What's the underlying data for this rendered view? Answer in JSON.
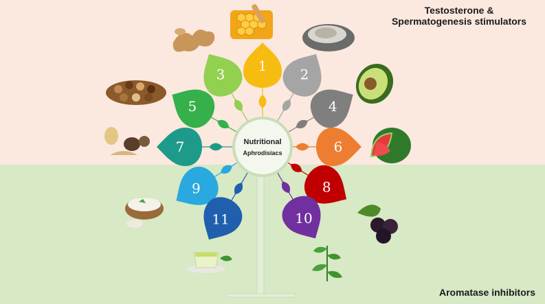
{
  "title_top_line1": "Testosterone &",
  "title_top_line2": "Spermatogenesis stimulators",
  "title_bottom": "Aromatase inhibitors",
  "center": {
    "line1": "Nutritional",
    "line2": "Aphrodisiacs"
  },
  "petals": [
    {
      "number": "1",
      "color": "#f6bc12",
      "food_icon": "honeycomb-icon"
    },
    {
      "number": "2",
      "color": "#a5a5a5",
      "food_icon": "oyster-icon"
    },
    {
      "number": "3",
      "color": "#92d050",
      "food_icon": "ginger-icon"
    },
    {
      "number": "4",
      "color": "#7f7f7f",
      "food_icon": "avocado-icon"
    },
    {
      "number": "5",
      "color": "#35b04a",
      "food_icon": "nuts-icon"
    },
    {
      "number": "6",
      "color": "#ed7d31",
      "food_icon": "watermelon-icon"
    },
    {
      "number": "7",
      "color": "#1e9a8a",
      "food_icon": "maca-root-icon"
    },
    {
      "number": "8",
      "color": "#c00000",
      "food_icon": "grapes-icon"
    },
    {
      "number": "9",
      "color": "#2aa8e0",
      "food_icon": "yogurt-icon"
    },
    {
      "number": "10",
      "color": "#7030a0",
      "food_icon": "nettle-icon"
    },
    {
      "number": "11",
      "color": "#1f5fae",
      "food_icon": "green-tea-icon"
    }
  ]
}
